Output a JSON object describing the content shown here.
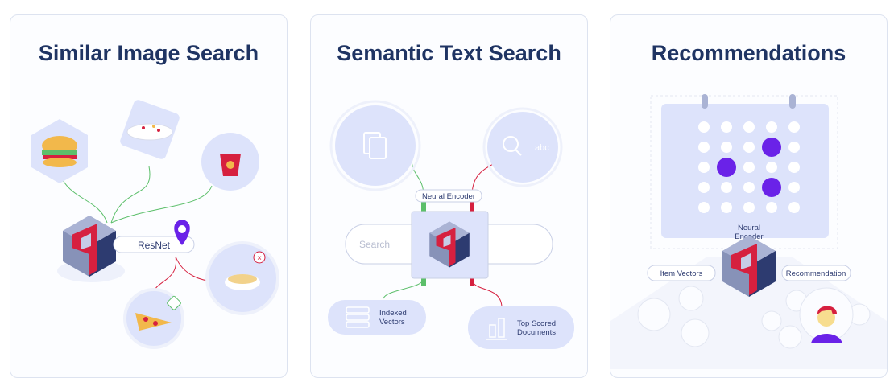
{
  "cards": [
    {
      "title": "Similar Image Search",
      "labels": {
        "model": "ResNet"
      }
    },
    {
      "title": "Semantic Text Search",
      "labels": {
        "encoder": "Neural Encoder",
        "search_placeholder": "Search",
        "indexed_1": "Indexed",
        "indexed_2": "Vectors",
        "top_1": "Top Scored",
        "top_2": "Documents",
        "abc": "abc"
      }
    },
    {
      "title": "Recommendations",
      "labels": {
        "encoder_1": "Neural",
        "encoder_2": "Encoder",
        "item_vectors": "Item Vectors",
        "recommendation": "Recommendation"
      }
    }
  ],
  "colors": {
    "title": "#1f3463",
    "accent_red": "#d6203f",
    "accent_purple": "#6a22e8",
    "accent_green": "#5cbf6a",
    "soft_blue": "#dde3fb"
  }
}
